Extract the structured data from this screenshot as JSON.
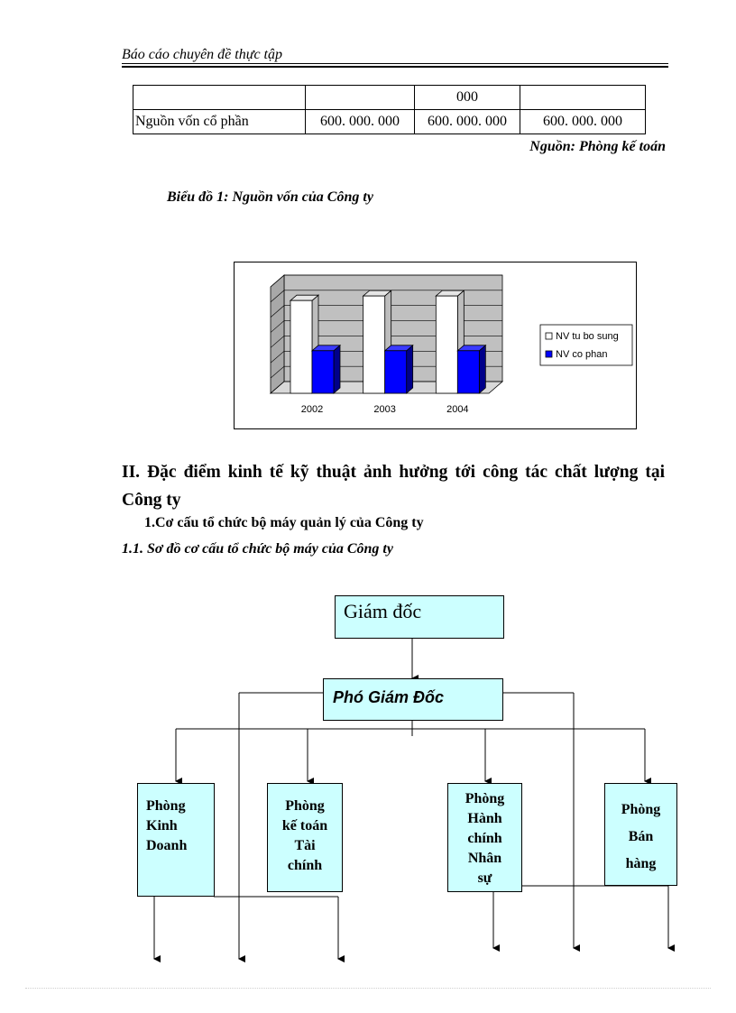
{
  "header": {
    "running_title": "Báo cáo chuyên đề thực tập"
  },
  "capital_table": {
    "rows": [
      {
        "label": "",
        "values": [
          "",
          "000",
          ""
        ]
      },
      {
        "label": "Nguồn vốn cổ phần",
        "values": [
          "600. 000. 000",
          "600. 000. 000",
          "600. 000. 000"
        ]
      }
    ],
    "source": "Nguồn: Phòng kế toán"
  },
  "chart_caption": "Biểu đồ 1: Nguồn vốn của Công ty",
  "chart_data": {
    "type": "bar",
    "categories": [
      "2002",
      "2003",
      "2004"
    ],
    "series": [
      {
        "name": "NV tu bo sung",
        "values": [
          3.05,
          3.2,
          3.2
        ],
        "color": "#ffffff"
      },
      {
        "name": "NV co phan",
        "values": [
          1.4,
          1.4,
          1.4
        ],
        "color": "#0000ff"
      }
    ],
    "ylim": [
      0,
      3.5
    ],
    "grid": true,
    "legend": "right",
    "three_d": true
  },
  "section": {
    "heading": "II. Đặc điểm kinh tế kỹ thuật ảnh hưởng tới công tác chất lượng tại Công ty",
    "subheading": "1.Cơ cấu tổ chức bộ máy quản lý của Công ty",
    "subsubheading": "1.1. Sơ đồ cơ cấu tổ chức bộ máy của Công ty"
  },
  "org_chart": {
    "director": "Giám đốc",
    "deputy": "Phó Giám Đốc",
    "departments": [
      {
        "lines": [
          "Phòng",
          "Kinh",
          "Doanh"
        ]
      },
      {
        "lines": [
          "Phòng",
          "kế toán",
          "Tài",
          "chính"
        ]
      },
      {
        "lines": [
          "Phòng",
          "Hành",
          "chính",
          "Nhân",
          "sự"
        ]
      },
      {
        "lines": [
          "Phòng",
          "Bán",
          "hàng"
        ]
      }
    ]
  },
  "colors": {
    "box_fill": "#ccffff",
    "bar_blue": "#0000ff",
    "chart_wall": "#c0c0c0"
  }
}
